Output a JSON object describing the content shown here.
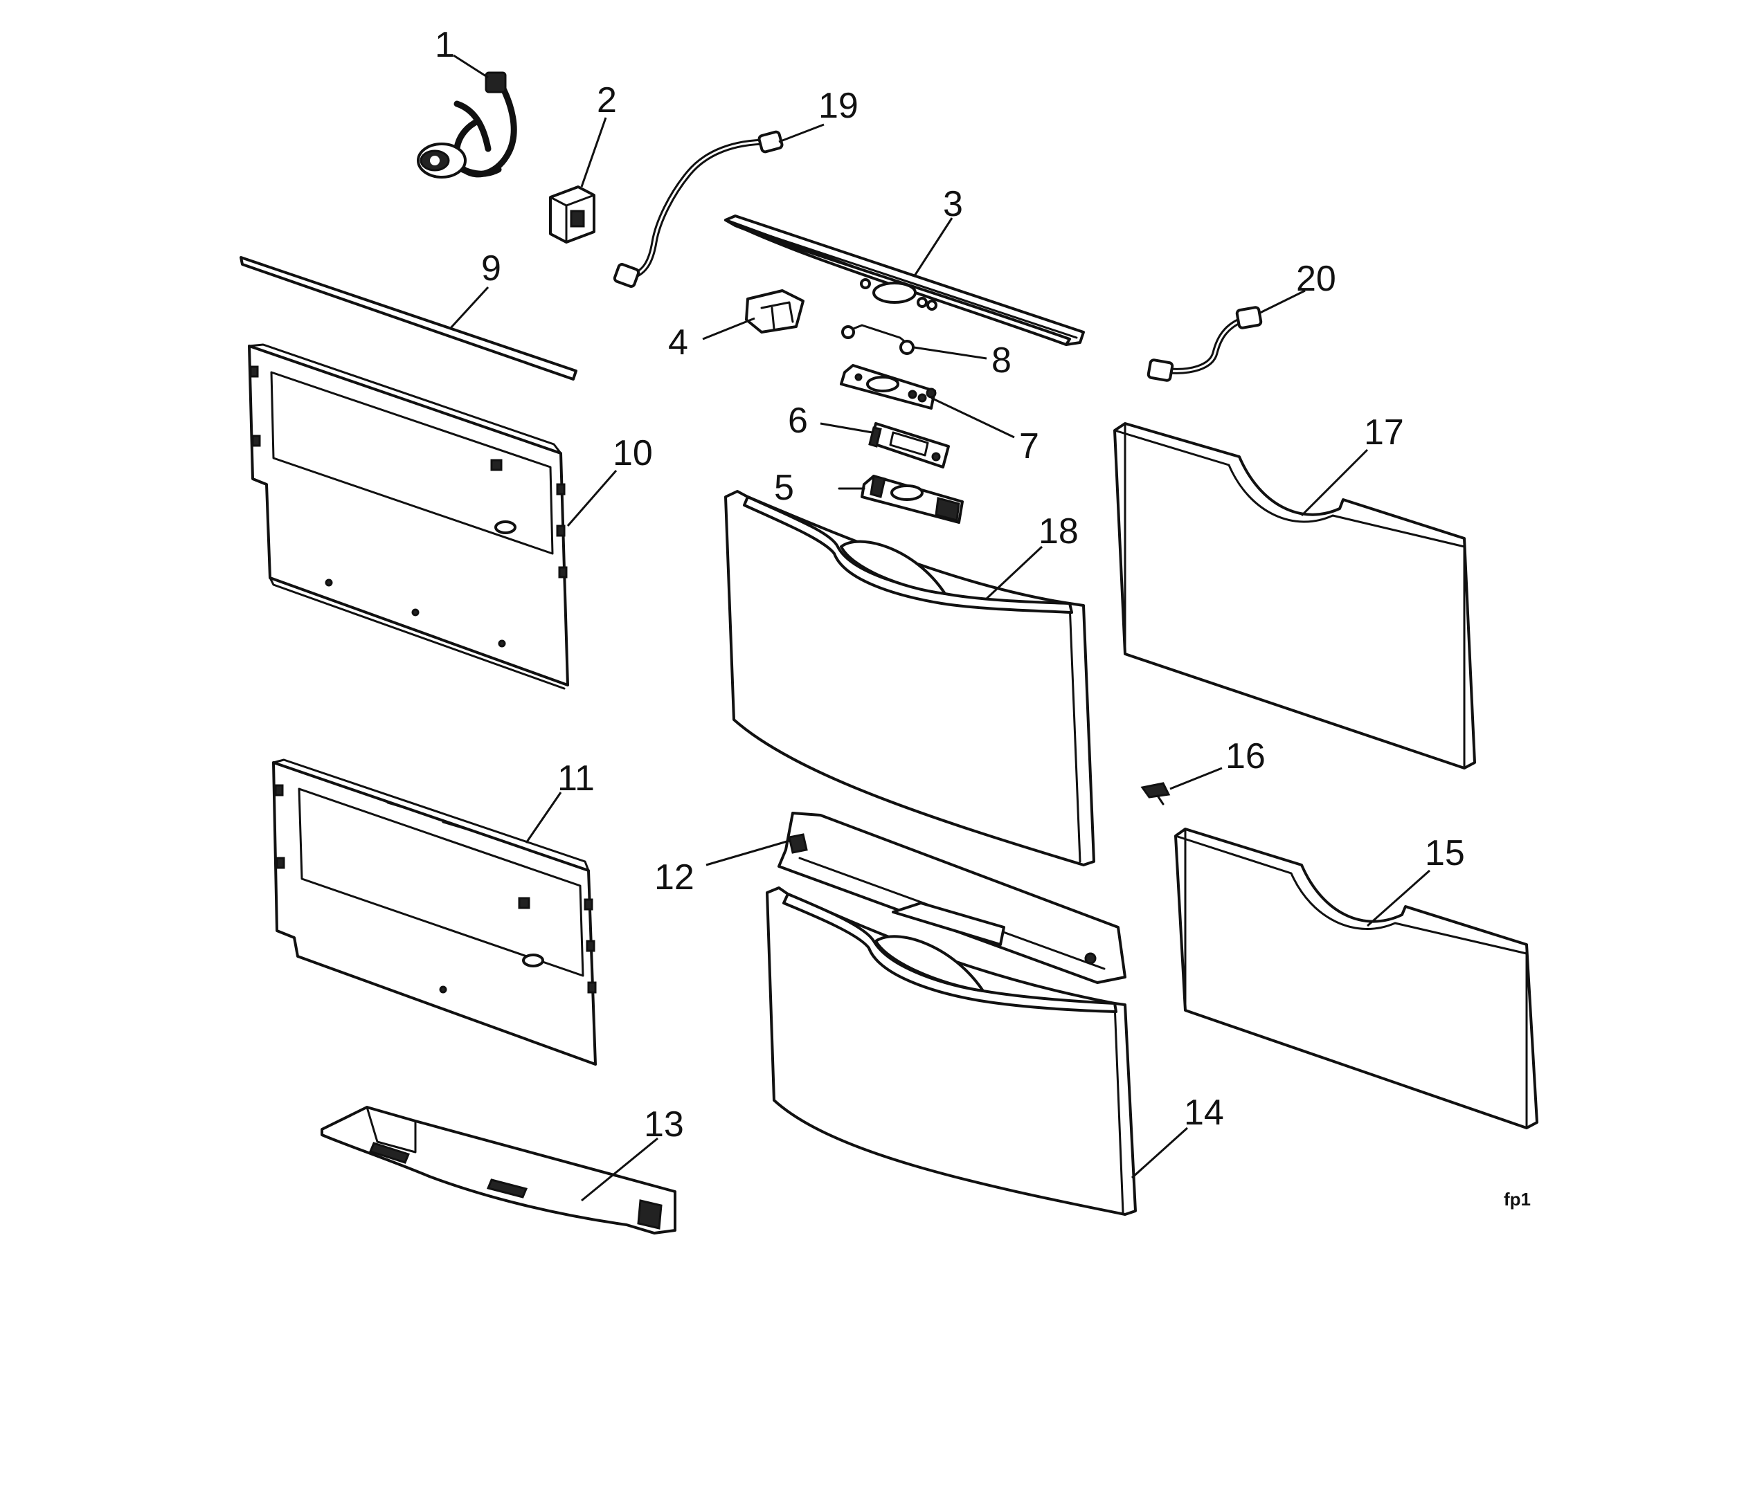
{
  "diagram": {
    "callouts": [
      "1",
      "2",
      "3",
      "4",
      "5",
      "6",
      "7",
      "8",
      "9",
      "10",
      "11",
      "12",
      "13",
      "14",
      "15",
      "16",
      "17",
      "18",
      "19",
      "20"
    ],
    "figure_tag": "fp1"
  }
}
